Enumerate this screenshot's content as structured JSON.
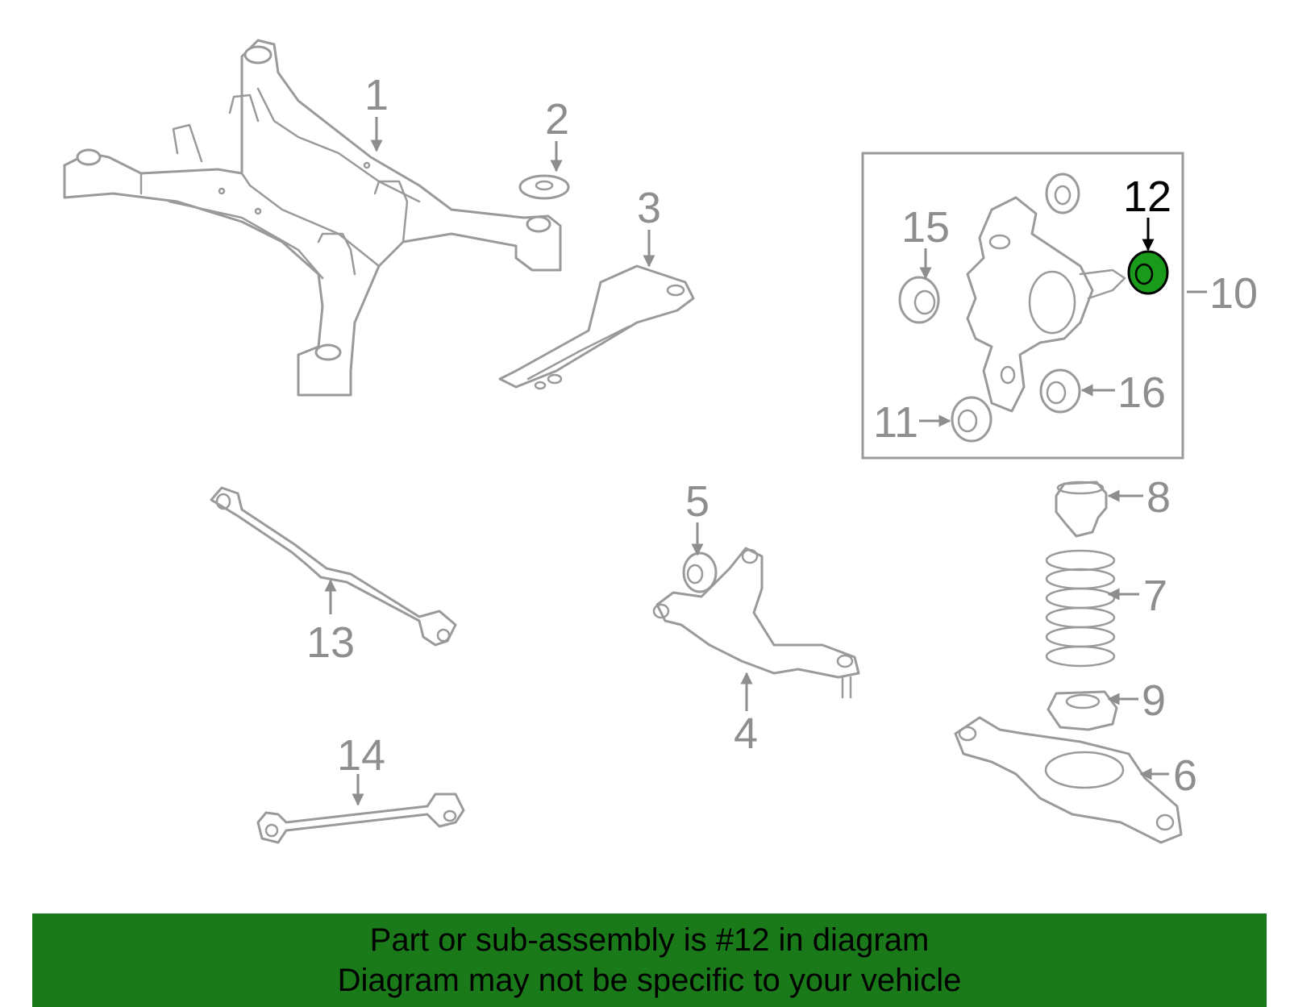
{
  "diagram": {
    "callouts": [
      {
        "id": "1",
        "label": "1"
      },
      {
        "id": "2",
        "label": "2"
      },
      {
        "id": "3",
        "label": "3"
      },
      {
        "id": "4",
        "label": "4"
      },
      {
        "id": "5",
        "label": "5"
      },
      {
        "id": "6",
        "label": "6"
      },
      {
        "id": "7",
        "label": "7"
      },
      {
        "id": "8",
        "label": "8"
      },
      {
        "id": "9",
        "label": "9"
      },
      {
        "id": "10",
        "label": "10"
      },
      {
        "id": "11",
        "label": "11"
      },
      {
        "id": "12",
        "label": "12"
      },
      {
        "id": "13",
        "label": "13"
      },
      {
        "id": "14",
        "label": "14"
      },
      {
        "id": "15",
        "label": "15"
      },
      {
        "id": "16",
        "label": "16"
      }
    ],
    "highlighted_part": "12",
    "colors": {
      "line": "#9a9a9a",
      "highlight_fill": "#1a9a1a",
      "highlight_label": "#000000",
      "banner": "#1a7a1a"
    }
  },
  "banner": {
    "line1": "Part or sub-assembly is #12 in diagram",
    "line2": "Diagram may not be specific to your vehicle"
  }
}
